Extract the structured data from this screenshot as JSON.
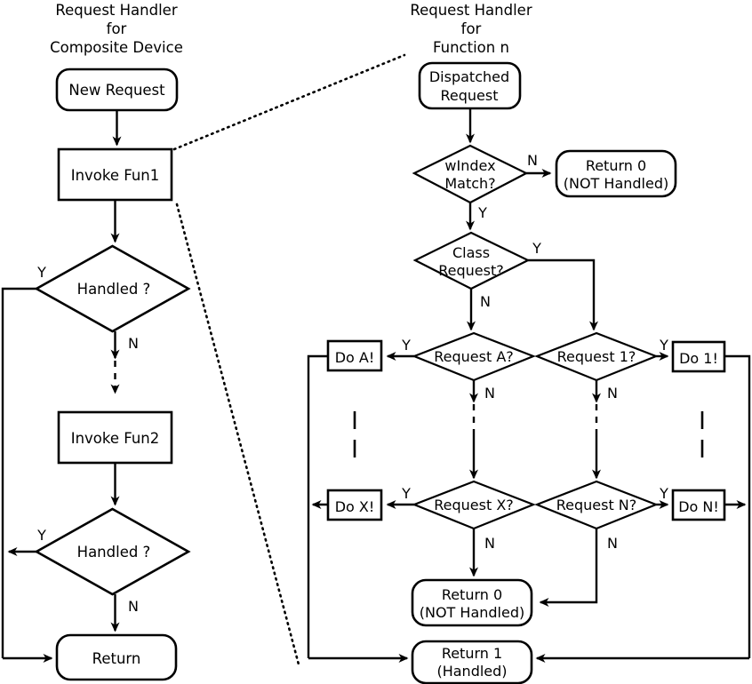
{
  "diagram": {
    "type": "flowchart",
    "panels": [
      {
        "id": "composite",
        "title_lines": [
          "Request Handler",
          "for",
          "Composite Device"
        ],
        "nodes": [
          {
            "id": "new-request",
            "shape": "rounded",
            "label": "New Request"
          },
          {
            "id": "invoke-fun1",
            "shape": "rect",
            "label": "Invoke Fun1"
          },
          {
            "id": "handled-1",
            "shape": "diamond",
            "label": "Handled ?"
          },
          {
            "id": "invoke-fun2",
            "shape": "rect",
            "label": "Invoke Fun2"
          },
          {
            "id": "handled-2",
            "shape": "diamond",
            "label": "Handled ?"
          },
          {
            "id": "return",
            "shape": "rounded",
            "label": "Return"
          }
        ],
        "edges": [
          {
            "from": "new-request",
            "to": "invoke-fun1",
            "label": ""
          },
          {
            "from": "invoke-fun1",
            "to": "handled-1",
            "label": ""
          },
          {
            "from": "handled-1",
            "to": "return-join",
            "label": "Y"
          },
          {
            "from": "handled-1",
            "to": "invoke-fun2",
            "label": "N",
            "style": "dashed"
          },
          {
            "from": "invoke-fun2",
            "to": "handled-2",
            "label": ""
          },
          {
            "from": "handled-2",
            "to": "return-join",
            "label": "Y"
          },
          {
            "from": "handled-2",
            "to": "return",
            "label": "N"
          }
        ]
      },
      {
        "id": "function-n",
        "title_lines": [
          "Request Handler",
          "for",
          "Function n"
        ],
        "nodes": [
          {
            "id": "dispatched-request",
            "shape": "rounded",
            "label_lines": [
              "Dispatched",
              "Request"
            ]
          },
          {
            "id": "windex-match",
            "shape": "diamond",
            "label_lines": [
              "wIndex",
              "Match?"
            ]
          },
          {
            "id": "return0-top",
            "shape": "rounded",
            "label_lines": [
              "Return 0",
              "(NOT Handled)"
            ]
          },
          {
            "id": "class-request",
            "shape": "diamond",
            "label_lines": [
              "Class",
              "Request?"
            ]
          },
          {
            "id": "request-a",
            "shape": "diamond",
            "label": "Request A?"
          },
          {
            "id": "do-a",
            "shape": "rect",
            "label": "Do A!"
          },
          {
            "id": "request-x",
            "shape": "diamond",
            "label": "Request X?"
          },
          {
            "id": "do-x",
            "shape": "rect",
            "label": "Do X!"
          },
          {
            "id": "request-1",
            "shape": "diamond",
            "label": "Request 1?"
          },
          {
            "id": "do-1",
            "shape": "rect",
            "label": "Do 1!"
          },
          {
            "id": "request-n",
            "shape": "diamond",
            "label": "Request N?"
          },
          {
            "id": "do-n",
            "shape": "rect",
            "label": "Do N!"
          },
          {
            "id": "return0-bottom",
            "shape": "rounded",
            "label_lines": [
              "Return 0",
              "(NOT Handled)"
            ]
          },
          {
            "id": "return1",
            "shape": "rounded",
            "label_lines": [
              "Return 1",
              "(Handled)"
            ]
          }
        ],
        "edges": [
          {
            "from": "dispatched-request",
            "to": "windex-match",
            "label": ""
          },
          {
            "from": "windex-match",
            "to": "return0-top",
            "label": "N"
          },
          {
            "from": "windex-match",
            "to": "class-request",
            "label": "Y"
          },
          {
            "from": "class-request",
            "to": "request-a",
            "label": "N"
          },
          {
            "from": "class-request",
            "to": "request-1",
            "label": "Y"
          },
          {
            "from": "request-a",
            "to": "do-a",
            "label": "Y"
          },
          {
            "from": "request-a",
            "to": "request-x",
            "label": "N",
            "style": "dashed"
          },
          {
            "from": "request-x",
            "to": "do-x",
            "label": "Y"
          },
          {
            "from": "request-x",
            "to": "return0-bottom",
            "label": "N"
          },
          {
            "from": "request-1",
            "to": "do-1",
            "label": "Y"
          },
          {
            "from": "request-1",
            "to": "request-n",
            "label": "N",
            "style": "dashed"
          },
          {
            "from": "request-n",
            "to": "do-n",
            "label": "Y"
          },
          {
            "from": "request-n",
            "to": "return0-bottom",
            "label": "N"
          },
          {
            "from": "do-a",
            "to": "return1",
            "label": ""
          },
          {
            "from": "do-x",
            "to": "return1",
            "label": ""
          },
          {
            "from": "do-1",
            "to": "return1",
            "label": ""
          },
          {
            "from": "do-n",
            "to": "return1",
            "label": ""
          }
        ]
      }
    ],
    "connectors": [
      {
        "id": "callout-upper",
        "style": "dotted"
      },
      {
        "id": "callout-lower",
        "style": "dotted"
      }
    ],
    "ellipsis_marks": [
      "left-column-vertical-dots",
      "right-column-vertical-dots"
    ],
    "labels": {
      "yes": "Y",
      "no": "N"
    },
    "colors": {
      "stroke": "#000000",
      "fill": "#ffffff",
      "background": "#ffffff"
    }
  }
}
